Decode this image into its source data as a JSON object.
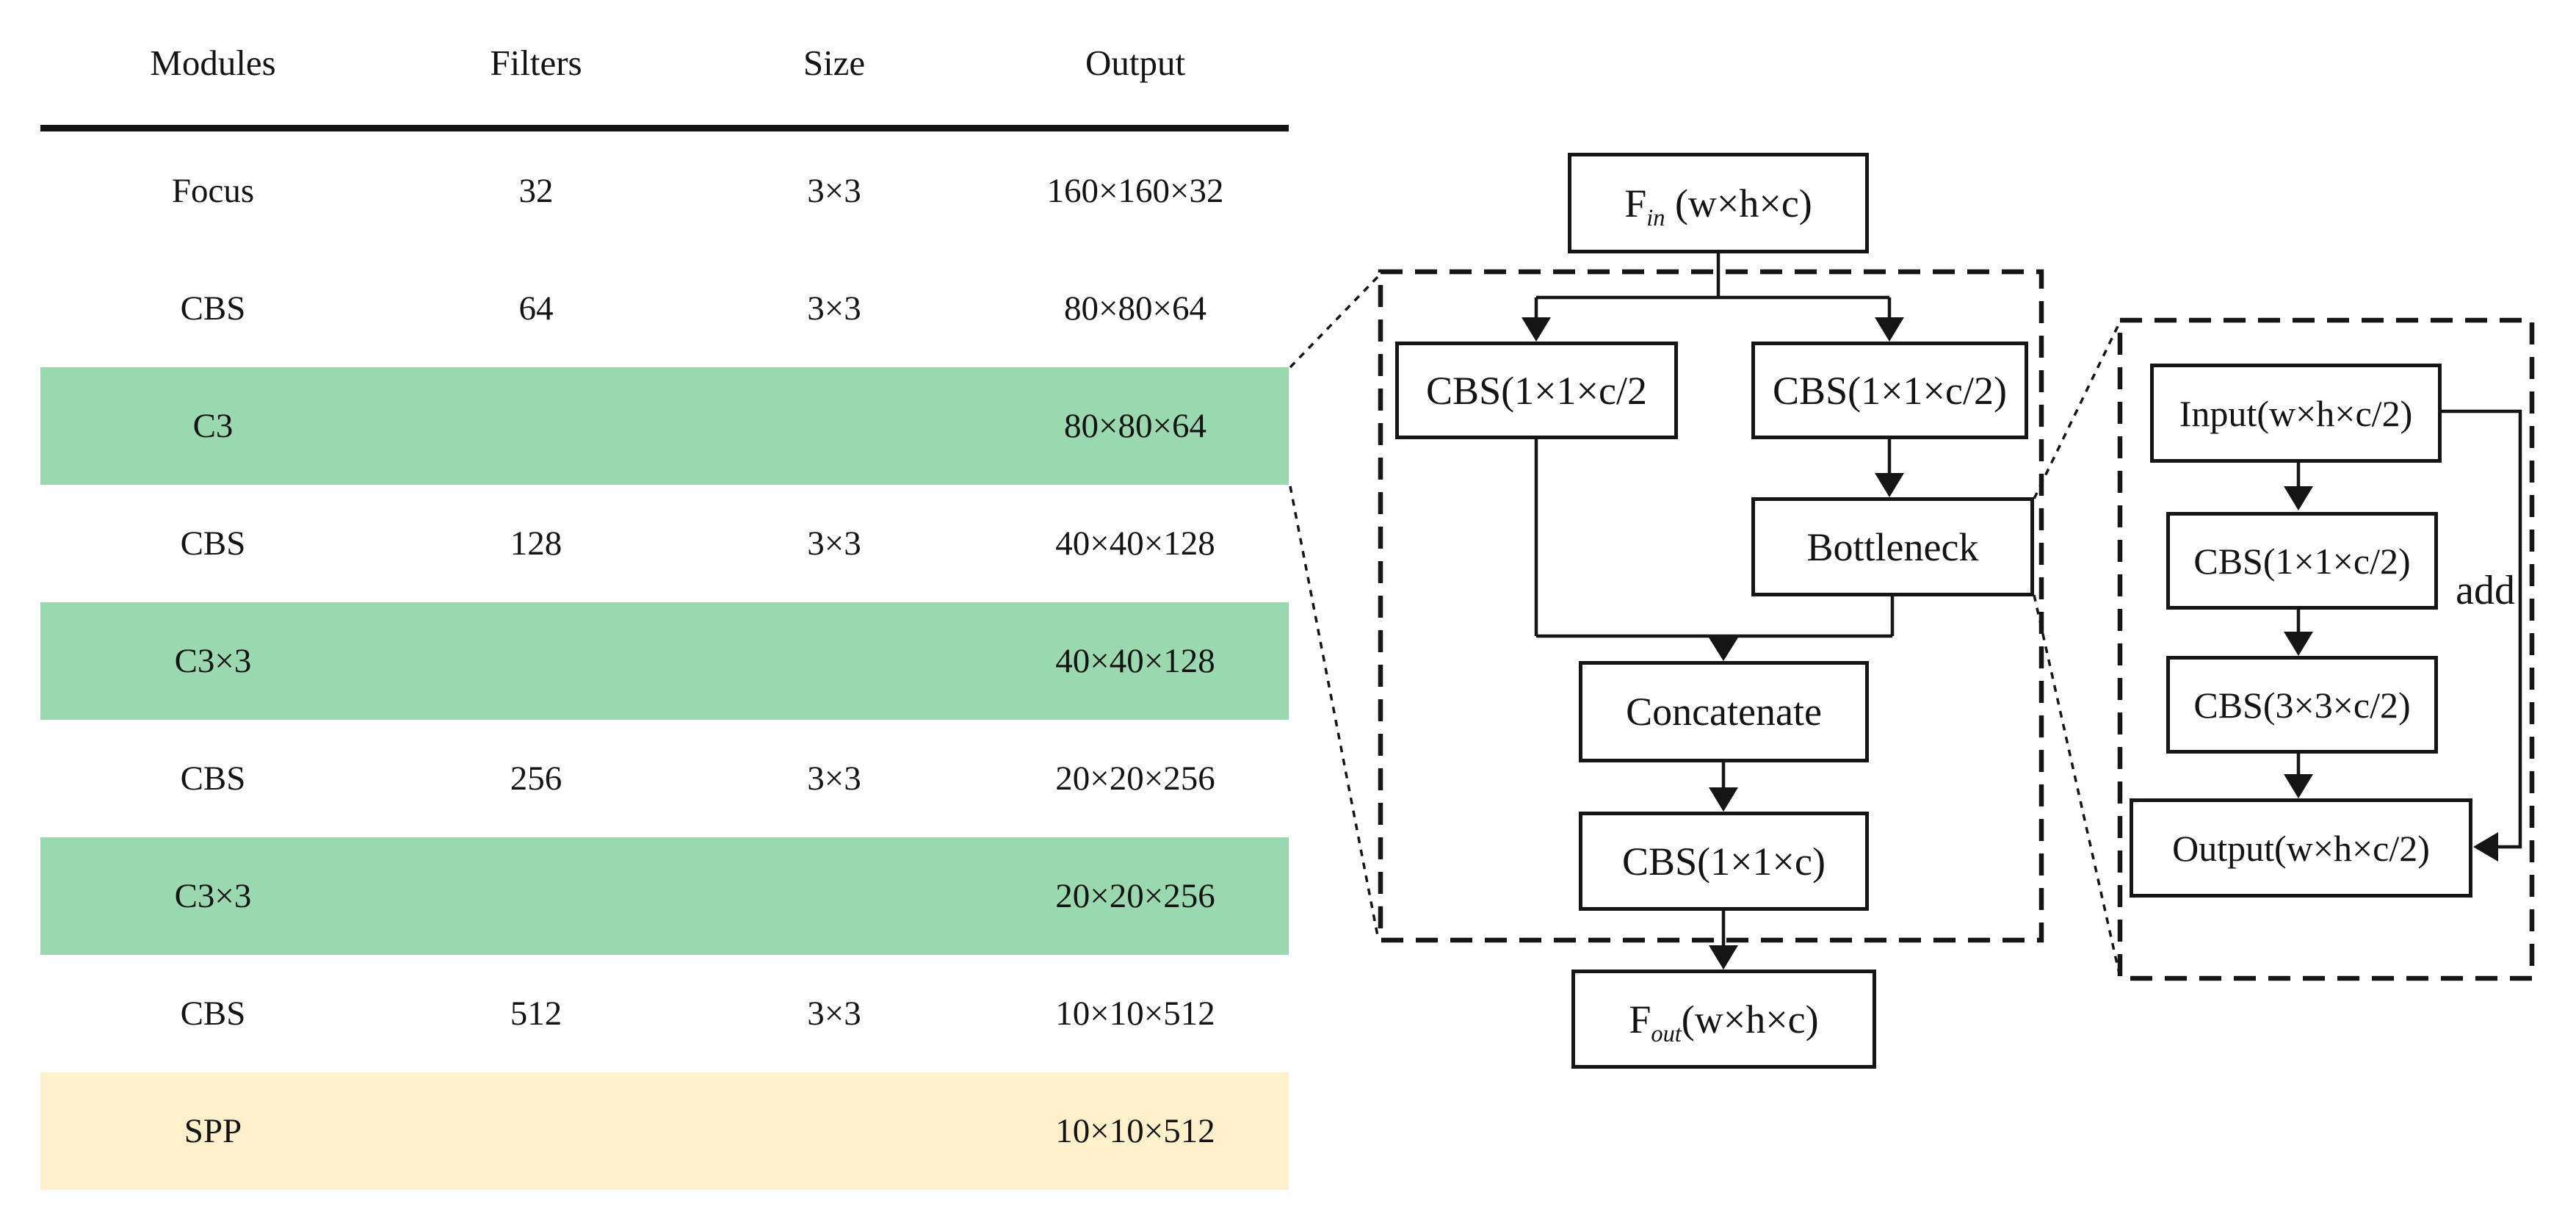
{
  "colors": {
    "row_highlight_green": "#9AD9B0",
    "row_highlight_yellow": "#FDF0CB",
    "line_color": "#151515",
    "background": "#ffffff"
  },
  "table": {
    "headers": [
      "Modules",
      "Filters",
      "Size",
      "Output"
    ],
    "rows": [
      {
        "module": "Focus",
        "filters": "32",
        "size": "3×3",
        "output": "160×160×32",
        "highlight": "none"
      },
      {
        "module": "CBS",
        "filters": "64",
        "size": "3×3",
        "output": "80×80×64",
        "highlight": "none"
      },
      {
        "module": "C3",
        "filters": "",
        "size": "",
        "output": "80×80×64",
        "highlight": "green"
      },
      {
        "module": "CBS",
        "filters": "128",
        "size": "3×3",
        "output": "40×40×128",
        "highlight": "none"
      },
      {
        "module": "C3×3",
        "filters": "",
        "size": "",
        "output": "40×40×128",
        "highlight": "green"
      },
      {
        "module": "CBS",
        "filters": "256",
        "size": "3×3",
        "output": "20×20×256",
        "highlight": "none"
      },
      {
        "module": "C3×3",
        "filters": "",
        "size": "",
        "output": "20×20×256",
        "highlight": "green"
      },
      {
        "module": "CBS",
        "filters": "512",
        "size": "3×3",
        "output": "10×10×512",
        "highlight": "none"
      },
      {
        "module": "SPP",
        "filters": "",
        "size": "",
        "output": "10×10×512",
        "highlight": "yellow"
      }
    ]
  },
  "c3_diagram": {
    "fin": {
      "base": "F",
      "sub": "in",
      "rest": " (w×h×c)"
    },
    "cbs_left": "CBS(1×1×c/2",
    "cbs_right": "CBS(1×1×c/2)",
    "bottleneck": "Bottleneck",
    "concatenate": "Concatenate",
    "cbs_out": "CBS(1×1×c)",
    "fout": {
      "base": "F",
      "sub": "out",
      "rest": "(w×h×c)"
    }
  },
  "bottleneck_diagram": {
    "input": "Input(w×h×c/2)",
    "cbs1": "CBS(1×1×c/2)",
    "cbs2": "CBS(3×3×c/2)",
    "output": "Output(w×h×c/2)",
    "add_label": "add"
  }
}
